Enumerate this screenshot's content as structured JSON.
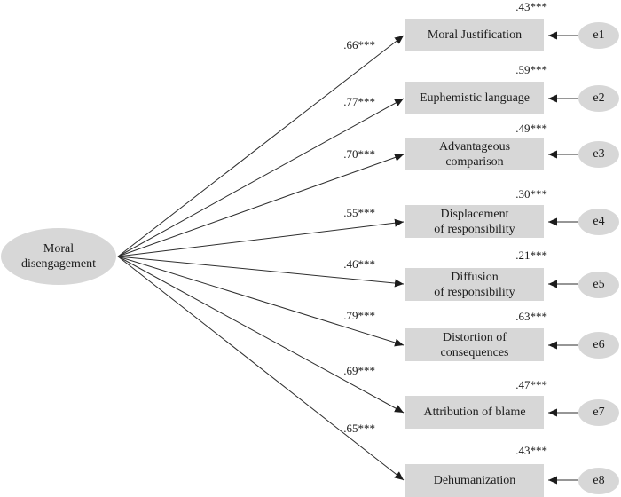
{
  "diagram": {
    "latent": {
      "label": "Moral disengagement"
    },
    "indicators": [
      {
        "label": "Moral Justification",
        "label2": "",
        "loading": ".66***",
        "variance": ".43***",
        "error": "e1"
      },
      {
        "label": "Euphemistic language",
        "label2": "",
        "loading": ".77***",
        "variance": ".59***",
        "error": "e2"
      },
      {
        "label": "Advantageous",
        "label2": "comparison",
        "loading": ".70***",
        "variance": ".49***",
        "error": "e3"
      },
      {
        "label": "Displacement",
        "label2": "of responsibility",
        "loading": ".55***",
        "variance": ".30***",
        "error": "e4"
      },
      {
        "label": "Diffusion",
        "label2": "of responsibility",
        "loading": ".46***",
        "variance": ".21***",
        "error": "e5"
      },
      {
        "label": "Distortion of",
        "label2": "consequences",
        "loading": ".79***",
        "variance": ".63***",
        "error": "e6"
      },
      {
        "label": "Attribution of blame",
        "label2": "",
        "loading": ".69***",
        "variance": ".47***",
        "error": "e7"
      },
      {
        "label": "Dehumanization",
        "label2": "",
        "loading": ".65***",
        "variance": ".43***",
        "error": "e8"
      }
    ],
    "colors": {
      "node_fill": "#d7d7d7",
      "line": "#2e2e2e",
      "text": "#1c1c1c",
      "background": "#ffffff"
    }
  }
}
